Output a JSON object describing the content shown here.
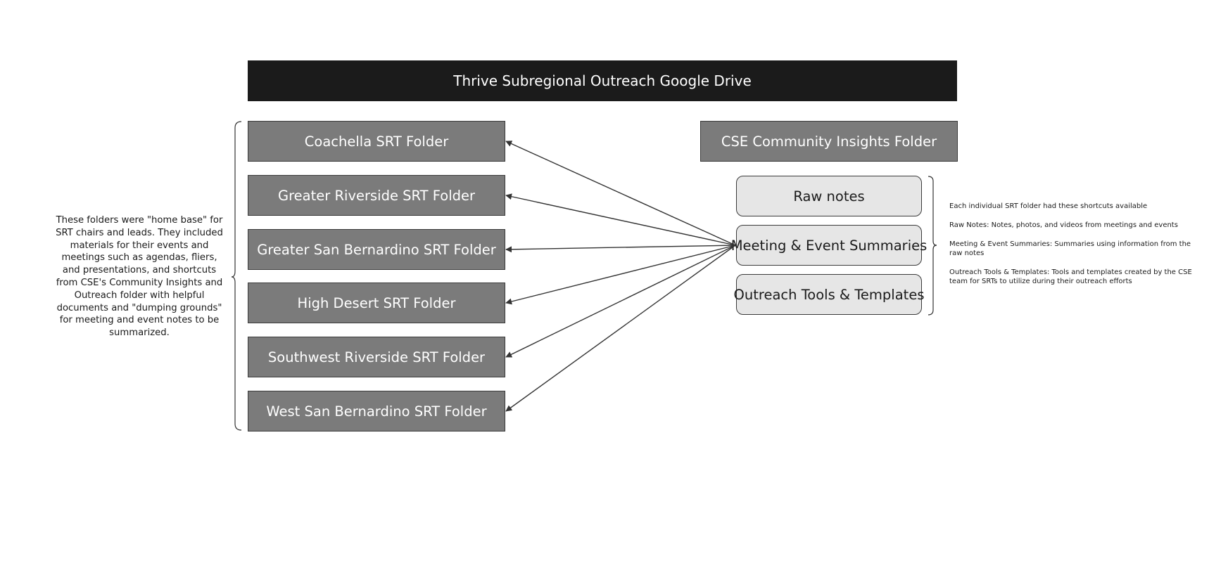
{
  "header": {
    "title": "Thrive Subregional Outreach Google Drive"
  },
  "srt_folders": [
    {
      "label": "Coachella SRT Folder"
    },
    {
      "label": "Greater Riverside SRT Folder"
    },
    {
      "label": "Greater San Bernardino SRT Folder"
    },
    {
      "label": "High Desert SRT Folder"
    },
    {
      "label": "Southwest Riverside SRT Folder"
    },
    {
      "label": "West San Bernardino SRT Folder"
    }
  ],
  "cse_folder": {
    "label": "CSE Community Insights Folder"
  },
  "shortcuts": [
    {
      "label": "Raw notes"
    },
    {
      "label": "Meeting & Event Summaries"
    },
    {
      "label": "Outreach Tools & Templates"
    }
  ],
  "left_note": "These folders were \"home base\" for SRT chairs and leads.  They included materials for their events and meetings such as agendas, fliers, and presentations, and shortcuts from CSE's Community Insights and Outreach folder with helpful documents and \"dumping grounds\" for meeting and event notes to be summarized.",
  "right_notes": [
    "Each individual SRT folder had these shortcuts available",
    "Raw Notes: Notes, photos, and videos from meetings and events",
    "Meeting & Event Summaries: Summaries using information from the raw notes",
    "Outreach Tools & Templates: Tools and templates created by the CSE team for SRTs to utilize during their outreach efforts"
  ],
  "colors": {
    "header_bg": "#1b1b1b",
    "folder_bg": "#7b7b7b",
    "shortcut_bg": "#e6e6e6",
    "line": "#333333"
  }
}
